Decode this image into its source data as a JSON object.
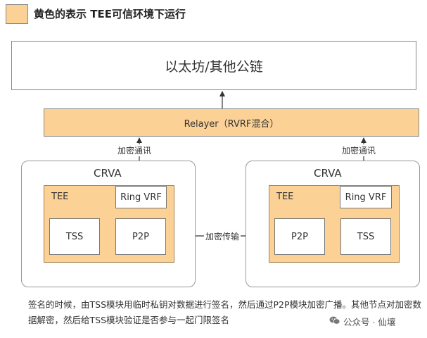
{
  "legend": {
    "text": "黄色的表示 TEE可信环境下运行",
    "color": "#fbd196"
  },
  "top_box": {
    "label": "以太坊/其他公链"
  },
  "relayer": {
    "label": "Relayer（RVRF混合）"
  },
  "left_node": {
    "title": "CRVA",
    "tee_label": "TEE",
    "ring_vrf": "Ring VRF",
    "tss": "TSS",
    "p2p": "P2P",
    "uplink_label": "加密通讯"
  },
  "right_node": {
    "title": "CRVA",
    "tee_label": "TEE",
    "ring_vrf": "Ring VRF",
    "tss": "TSS",
    "p2p": "P2P",
    "uplink_label": "加密通讯"
  },
  "link_label": "加密传输",
  "caption": "签名的时候，由TSS模块用临时私钥对数据进行签名，然后通过P2P模块加密广播。其他节点对加密数据解密，然后给TSS模块验证是否参与一起门限签名",
  "watermark": "公众号 · 仙壤"
}
